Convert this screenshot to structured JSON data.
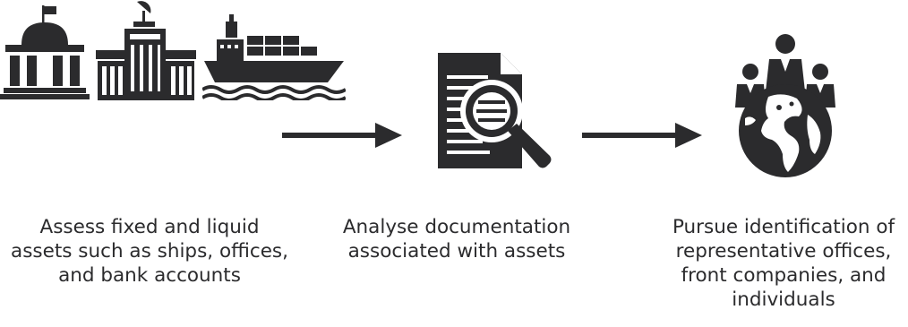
{
  "diagram": {
    "ink_color": "#2b2b2d",
    "steps": [
      {
        "icons": [
          "government-building-icon",
          "office-building-icon",
          "cargo-ship-icon"
        ],
        "caption_lines": [
          "Assess fixed and liquid",
          "assets such as ships, offices,",
          "and bank accounts"
        ]
      },
      {
        "icons": [
          "document-magnifier-icon"
        ],
        "caption_lines": [
          "Analyse documentation",
          "associated with assets"
        ]
      },
      {
        "icons": [
          "globe-people-icon"
        ],
        "caption_lines": [
          "Pursue identification of",
          "representative offices,",
          "front companies, and",
          "individuals"
        ]
      }
    ],
    "connectors": [
      "arrow-right-icon",
      "arrow-right-icon"
    ]
  }
}
